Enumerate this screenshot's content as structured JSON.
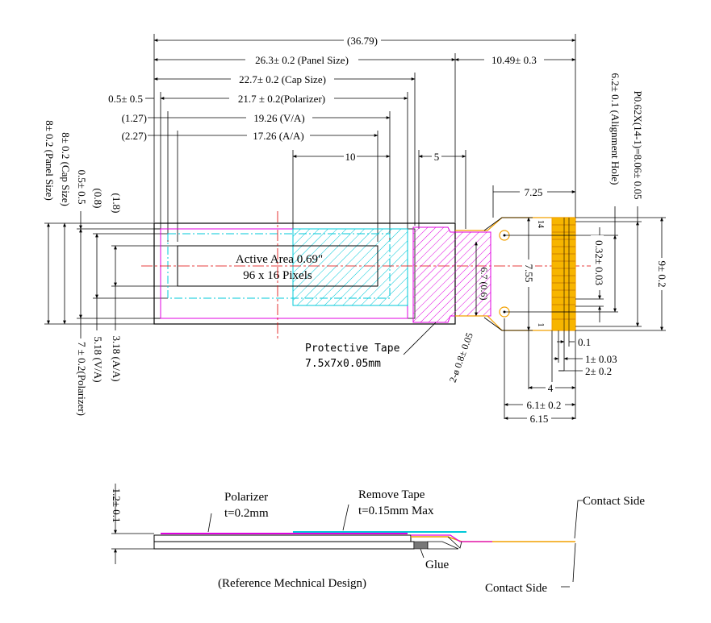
{
  "colors": {
    "polarizer": "#e000e0",
    "active_area": "#00c8d8",
    "tape": "#e000e0",
    "fpc": "#f2a000",
    "center_line": "#e00000",
    "line": "#000000"
  },
  "top_dims": {
    "overall": "(36.79)",
    "panel": "26.3± 0.2 (Panel Size)",
    "fpc_len": "10.49± 0.3",
    "cap": "22.7± 0.2 (Cap Size)",
    "offset": "0.5± 0.5",
    "polarizer": "21.7 ± 0.2(Polarizer)",
    "va_off": "(1.27)",
    "va": "19.26 (V/A)",
    "aa_off": "(2.27)",
    "aa": "17.26 (A/A)",
    "d10": "10",
    "d5": "5",
    "d725": "7.25"
  },
  "left_dims": {
    "panel": "8± 0.2 (Panel Size)",
    "cap": "8± 0.2 (Cap Size)",
    "off": "0.5± 0.5",
    "p08": "(0.8)",
    "p18": "(1.8)",
    "aa": "3.18 (A/A)",
    "va": "5.18 (V/A)",
    "pol": "7 ± 0.2(Polarizer)"
  },
  "right_dims": {
    "hole": "6.2± 0.1 (Alignment Hole)",
    "pitch": "P0.62X(14-1)=8.06± 0.05",
    "w032": "0.32± 0.03",
    "w9": "9± 0.2",
    "d755": "7.55",
    "d01": "0.1",
    "d1": "1± 0.03",
    "d2": "2± 0.2",
    "d4": "4",
    "d61": "6.1± 0.2",
    "d615": "6.15",
    "r": "2-ø 0.8± 0.05",
    "w67": "6.7 (0.6)",
    "pin1": "14",
    "pin14": "1"
  },
  "active_area": {
    "line1": "Active Area 0.69\"",
    "line2": "96 x 16 Pixels"
  },
  "tape": {
    "line1": "Protective Tape",
    "line2": "7.5x7x0.05mm"
  },
  "side_view": {
    "thickness": "1.2± 0.1",
    "polarizer_label": "Polarizer",
    "polarizer_t": "t=0.2mm",
    "remove_label": "Remove Tape",
    "remove_t": "t=0.15mm Max",
    "contact_top": "Contact Side",
    "contact_bottom": "Contact Side",
    "glue": "Glue",
    "caption": "(Reference Mechnical Design)"
  }
}
